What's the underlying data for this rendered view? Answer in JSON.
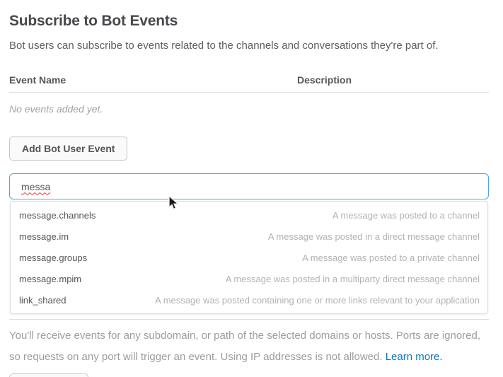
{
  "page": {
    "title": "Subscribe to Bot Events",
    "subtitle": "Bot users can subscribe to events related to the channels and conversations they're part of."
  },
  "events_table": {
    "columns": [
      "Event Name",
      "Description"
    ],
    "empty_message": "No events added yet."
  },
  "toolbar": {
    "add_bot_user_event_label": "Add Bot User Event"
  },
  "event_search": {
    "value": "messa",
    "suggestions": [
      {
        "name": "message.channels",
        "description": "A message was posted to a channel"
      },
      {
        "name": "message.im",
        "description": "A message was posted in a direct message channel"
      },
      {
        "name": "message.groups",
        "description": "A message was posted to a private channel"
      },
      {
        "name": "message.mpim",
        "description": "A message was posted in a multiparty direct message channel"
      },
      {
        "name": "link_shared",
        "description": "A message was posted containing one or more links relevant to your application"
      }
    ]
  },
  "footer": {
    "text": "You'll receive events for any subdomain, or path of the selected domains or hosts. Ports are ignored, so requests on any port will trigger an event. Using IP addresses is not allowed. ",
    "link_label": "Learn more."
  },
  "colors": {
    "link_blue": "#0576b9",
    "input_focus_border": "#54a3d8",
    "heading": "#4a474c",
    "muted_gray": "#9d9ca2",
    "spellcheck_red": "#e0403c"
  }
}
